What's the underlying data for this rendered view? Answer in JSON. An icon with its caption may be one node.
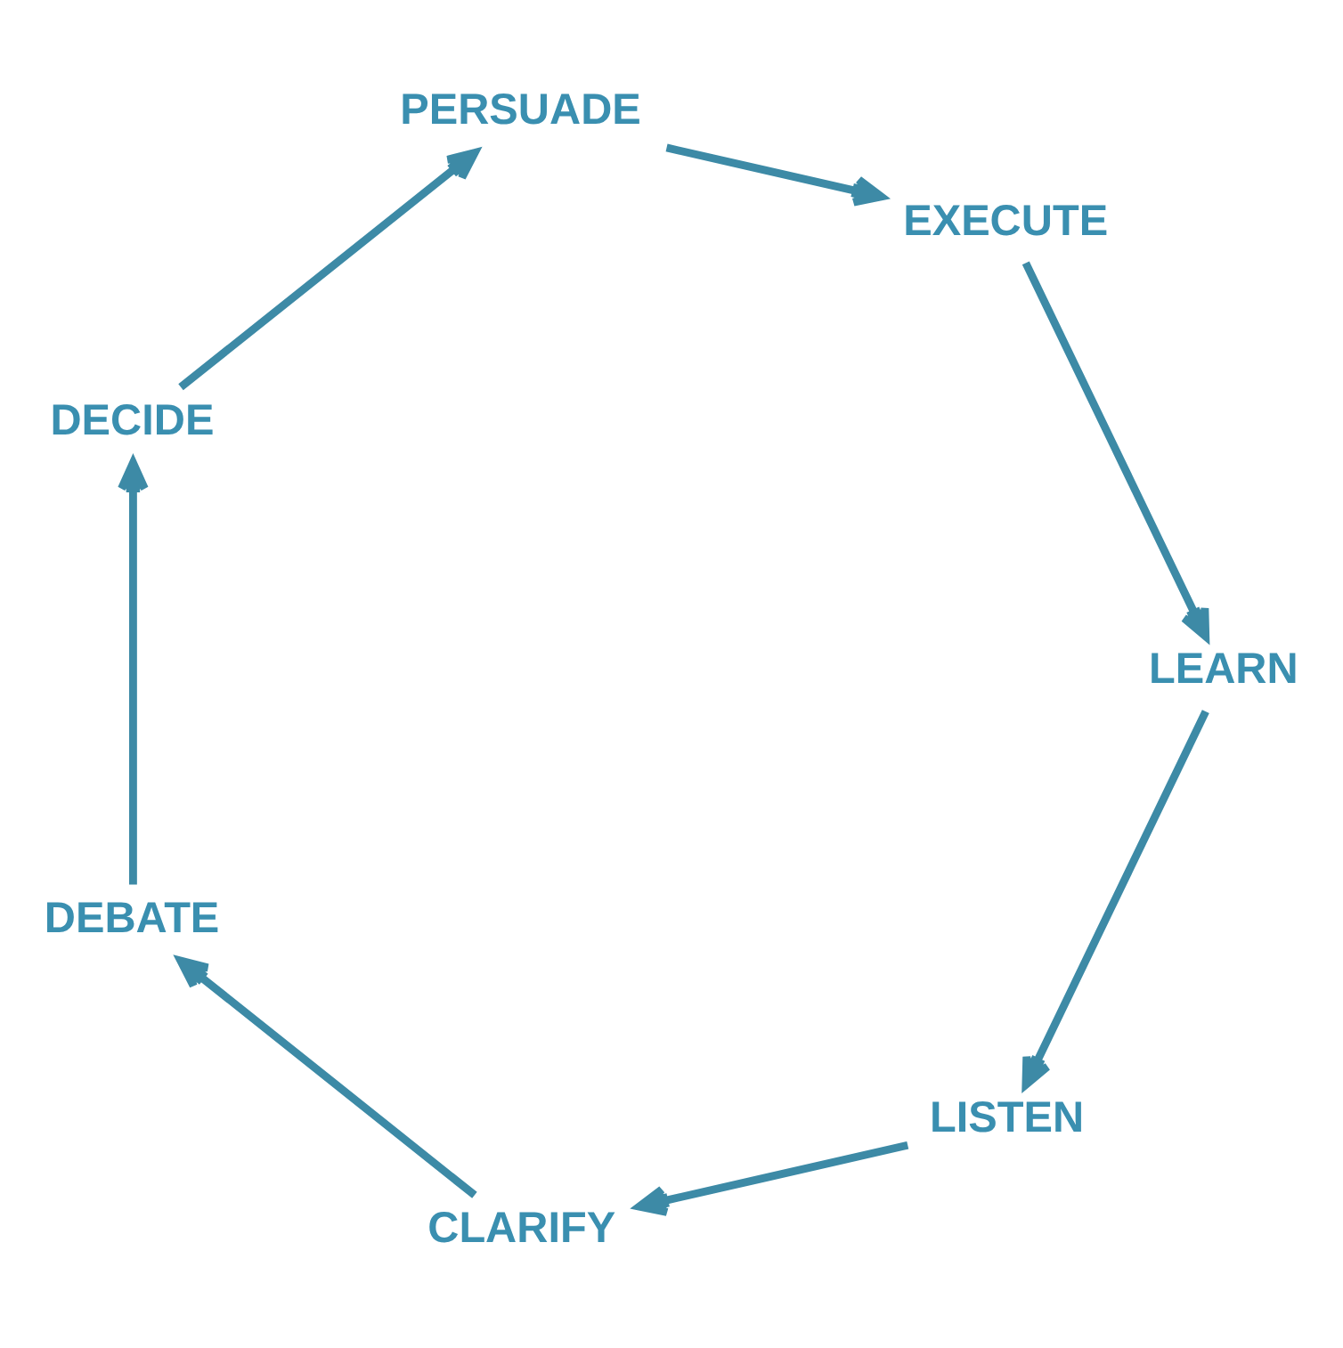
{
  "diagram": {
    "nodes": [
      {
        "text": [
          "LISTEN"
        ]
      },
      {
        "text": [
          "CLARIFY"
        ]
      },
      {
        "text": [
          "DEBATE"
        ]
      },
      {
        "text": [
          "DECIDE"
        ]
      },
      {
        "text": [
          "PERSUADE"
        ]
      },
      {
        "text": [
          "EXECUTE"
        ]
      },
      {
        "text": [
          "LEARN"
        ]
      }
    ],
    "edges": [
      {
        "from": 0,
        "to": 1,
        "arrow": "to"
      },
      {
        "from": 1,
        "to": 2,
        "arrow": "to"
      },
      {
        "from": 2,
        "to": 3,
        "arrow": "to"
      },
      {
        "from": 3,
        "to": 4,
        "arrow": "to"
      },
      {
        "from": 4,
        "to": 5,
        "arrow": "to"
      },
      {
        "from": 5,
        "to": 6,
        "arrow": "to"
      },
      {
        "from": 6,
        "to": 0,
        "arrow": "to"
      }
    ]
  }
}
